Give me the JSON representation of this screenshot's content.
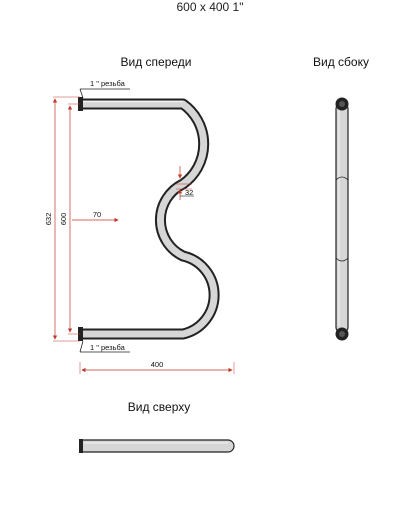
{
  "title": "600 x 400 1\"",
  "views": {
    "front": "Вид спереди",
    "side": "Вид сбоку",
    "top": "Вид сверху"
  },
  "callouts": {
    "thread_top": "1 \" резьба",
    "thread_bottom": "1 \" резьба"
  },
  "dimensions": {
    "overall_height": "632",
    "axis_height": "600",
    "offset": "70",
    "bend_gap": "32",
    "width": "400"
  },
  "colors": {
    "pipe_outline": "#222222",
    "pipe_fill": "#d6d6d6",
    "dim_line": "#c0392b"
  }
}
